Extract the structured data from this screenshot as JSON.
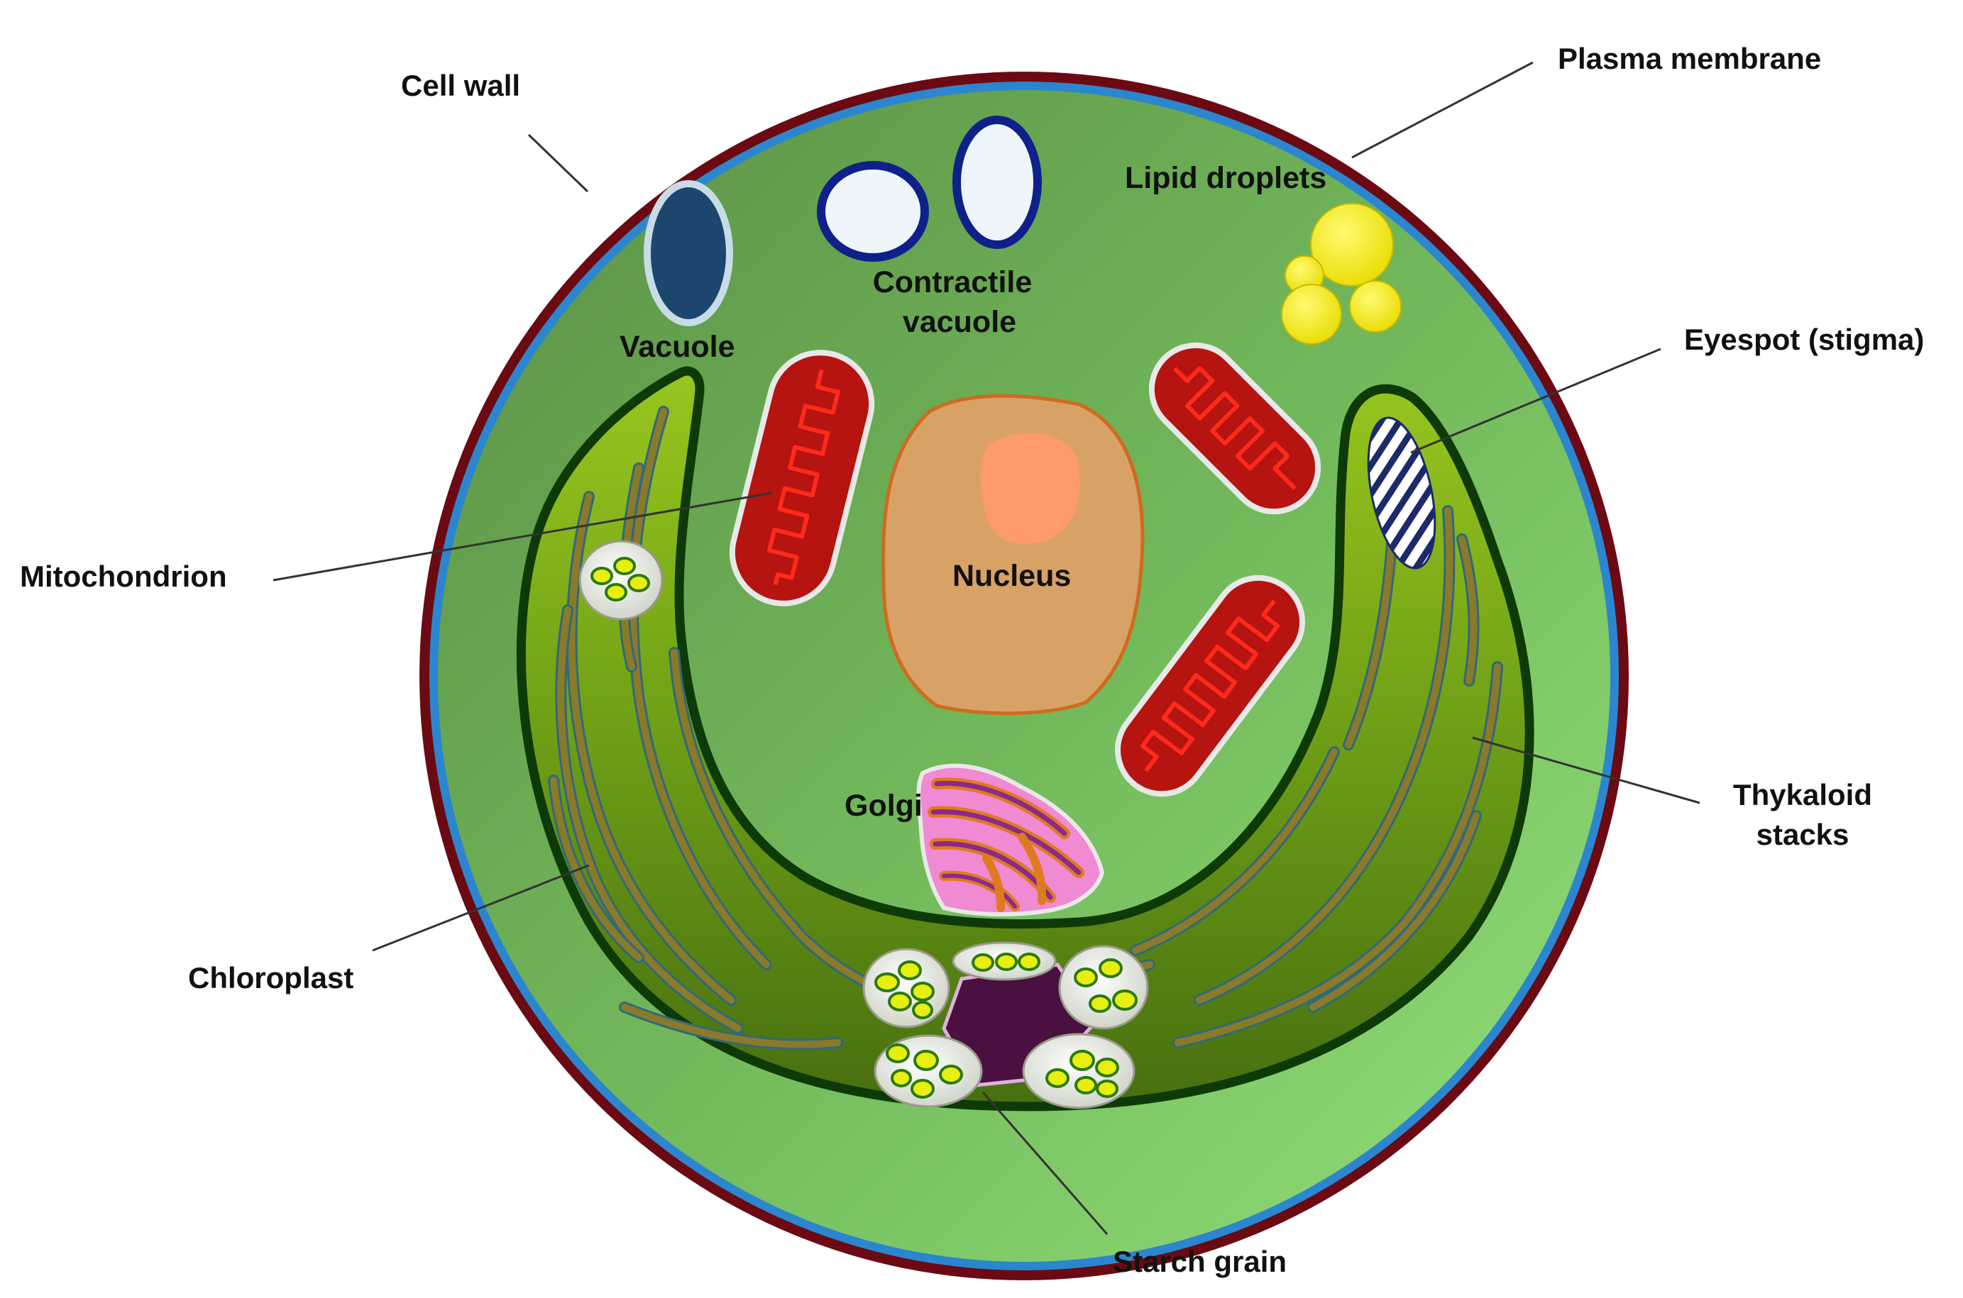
{
  "labels": {
    "cell_wall": "Cell wall",
    "plasma_membrane": "Plasma membrane",
    "lipid_droplets": "Lipid droplets",
    "contractile_vacuole_line1": "Contractile",
    "contractile_vacuole_line2": "vacuole",
    "vacuole": "Vacuole",
    "eyespot": "Eyespot (stigma)",
    "mitochondrion": "Mitochondrion",
    "nucleus": "Nucleus",
    "golgi": "Golgi",
    "thykaloid_line1": "Thykaloid",
    "thykaloid_line2": "stacks",
    "chloroplast": "Chloroplast",
    "starch_grain": "Starch grain"
  },
  "colors": {
    "cell_wall": "#6b0a12",
    "plasma_membrane": "#2b86cf",
    "cytoplasm_dark": "#5f9a49",
    "cytoplasm_light": "#8fdc72",
    "chloroplast_light": "#8ab81c",
    "chloroplast_dark": "#4c7a10",
    "chloroplast_outline": "#0d3a06",
    "thylakoid": "#8a7a2a",
    "mitochondrion": "#b51410",
    "cristae": "#ff2a1a",
    "nucleus": "#d8a266",
    "nucleolus": "#ff9a6a",
    "golgi_pink": "#f08ad2",
    "golgi_purple": "#8a2a8a",
    "golgi_orange": "#e07a20",
    "pyrenoid": "#4a1040",
    "lipid": "#f5ee10",
    "vacuole": "#1d466e",
    "contractile": "#10208a",
    "starch": "#e8eee0",
    "starch_granule": "#e8ee10"
  }
}
